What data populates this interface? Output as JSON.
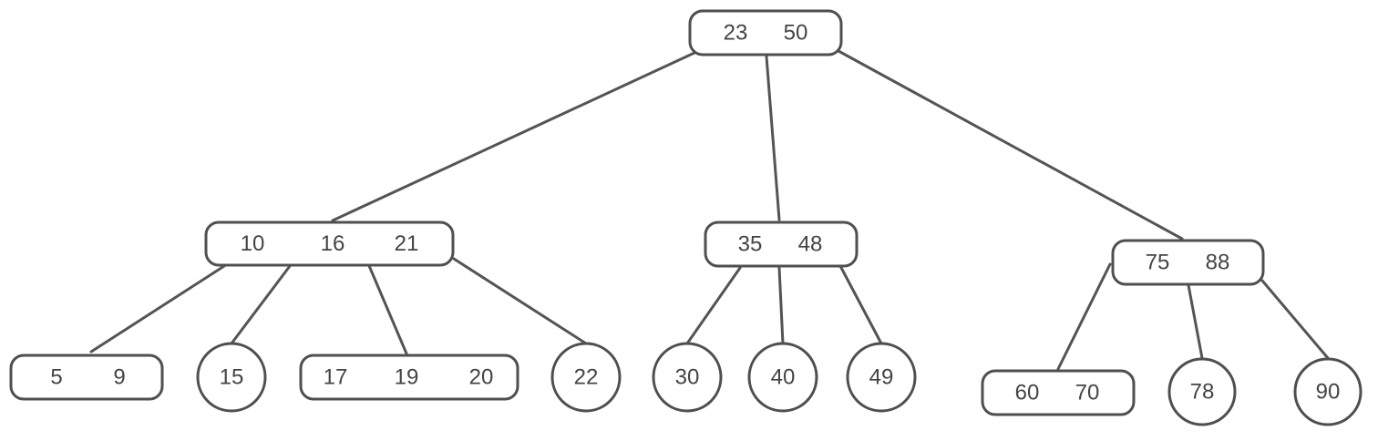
{
  "tree": {
    "nodes": [
      {
        "id": "root",
        "keys": [
          "23",
          "50"
        ]
      },
      {
        "id": "n-10-16-21",
        "keys": [
          "10",
          "16",
          "21"
        ]
      },
      {
        "id": "n-35-48",
        "keys": [
          "35",
          "48"
        ]
      },
      {
        "id": "n-75-88",
        "keys": [
          "75",
          "88"
        ]
      },
      {
        "id": "leaf-5-9",
        "keys": [
          "5",
          "9"
        ]
      },
      {
        "id": "leaf-15",
        "keys": [
          "15"
        ]
      },
      {
        "id": "leaf-17-19-20",
        "keys": [
          "17",
          "19",
          "20"
        ]
      },
      {
        "id": "leaf-22",
        "keys": [
          "22"
        ]
      },
      {
        "id": "leaf-30",
        "keys": [
          "30"
        ]
      },
      {
        "id": "leaf-40",
        "keys": [
          "40"
        ]
      },
      {
        "id": "leaf-49",
        "keys": [
          "49"
        ]
      },
      {
        "id": "leaf-60-70",
        "keys": [
          "60",
          "70"
        ]
      },
      {
        "id": "leaf-78",
        "keys": [
          "78"
        ]
      },
      {
        "id": "leaf-90",
        "keys": [
          "90"
        ]
      }
    ],
    "edges": [
      {
        "from": "root",
        "to": "n-10-16-21"
      },
      {
        "from": "root",
        "to": "n-35-48"
      },
      {
        "from": "root",
        "to": "n-75-88"
      },
      {
        "from": "n-10-16-21",
        "to": "leaf-5-9"
      },
      {
        "from": "n-10-16-21",
        "to": "leaf-15"
      },
      {
        "from": "n-10-16-21",
        "to": "leaf-17-19-20"
      },
      {
        "from": "n-10-16-21",
        "to": "leaf-22"
      },
      {
        "from": "n-35-48",
        "to": "leaf-30"
      },
      {
        "from": "n-35-48",
        "to": "leaf-40"
      },
      {
        "from": "n-35-48",
        "to": "leaf-49"
      },
      {
        "from": "n-75-88",
        "to": "leaf-60-70"
      },
      {
        "from": "n-75-88",
        "to": "leaf-78"
      },
      {
        "from": "n-75-88",
        "to": "leaf-90"
      }
    ]
  }
}
